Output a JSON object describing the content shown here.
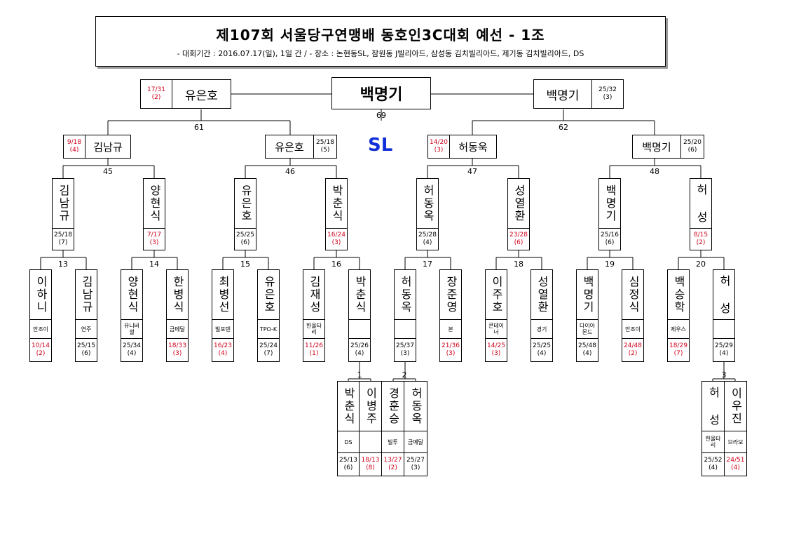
{
  "title": "제107회 서울당구연맹배 동호인3C대회 예선 - 1조",
  "subtitle": "- 대회기간 : 2016.07.17(일), 1일 간 / - 장소 : 논현동SL, 잠원동 J빌리아드, 삼성동 김치빌리아드, 제기동 김치빌리아드, DS",
  "venue": "SL",
  "champion": "백명기",
  "matches": {
    "final": "69",
    "sf_left": "61",
    "sf_right": "62",
    "q1": "45",
    "q2": "46",
    "q3": "47",
    "q4": "48",
    "r13": "13",
    "r14": "14",
    "r15": "15",
    "r16": "16",
    "r17": "17",
    "r18": "18",
    "r19": "19",
    "r20": "20",
    "p1": "1",
    "p2": "2",
    "p3": "3"
  },
  "top": {
    "left": {
      "name": "유은호",
      "score": "17/31",
      "rank": "(2)"
    },
    "right": {
      "name": "백명기",
      "score": "25/32",
      "rank": "(3)"
    }
  },
  "semis": [
    {
      "name": "김남규",
      "score": "9/18",
      "rank": "(4)"
    },
    {
      "name": "유은호",
      "score": "25/18",
      "rank": "(5)"
    },
    {
      "name": "허동욱",
      "score": "14/20",
      "rank": "(3)"
    },
    {
      "name": "백명기",
      "score": "25/20",
      "rank": "(6)"
    }
  ],
  "quarters": [
    {
      "name": "김남규",
      "score": "25/18",
      "rank": "(7)"
    },
    {
      "name": "양현식",
      "score": "7/17",
      "rank": "(3)"
    },
    {
      "name": "유은호",
      "score": "25/25",
      "rank": "(6)"
    },
    {
      "name": "박춘식",
      "score": "16/24",
      "rank": "(3)"
    },
    {
      "name": "허동옥",
      "score": "25/28",
      "rank": "(4)"
    },
    {
      "name": "성열환",
      "score": "23/28",
      "rank": "(6)"
    },
    {
      "name": "백명기",
      "score": "25/16",
      "rank": "(6)"
    },
    {
      "name": "허 성",
      "score": "8/15",
      "rank": "(2)"
    }
  ],
  "round1": [
    {
      "name": "이하니",
      "club": "안조이",
      "score": "10/14",
      "rank": "(2)"
    },
    {
      "name": "김남규",
      "club": "연주",
      "score": "25/15",
      "rank": "(6)"
    },
    {
      "name": "양현식",
      "club": "유니버셜",
      "score": "25/34",
      "rank": "(4)"
    },
    {
      "name": "한병식",
      "club": "금메달",
      "score": "18/33",
      "rank": "(3)"
    },
    {
      "name": "최병선",
      "club": "빌포텐",
      "score": "16/23",
      "rank": "(4)"
    },
    {
      "name": "유은호",
      "club": "TPO-K",
      "score": "25/24",
      "rank": "(7)"
    },
    {
      "name": "김재성",
      "club": "한울타리",
      "score": "11/26",
      "rank": "(1)"
    },
    {
      "name": "박춘식",
      "club": "",
      "score": "25/26",
      "rank": "(4)"
    },
    {
      "name": "허동옥",
      "club": "",
      "score": "25/37",
      "rank": "(3)"
    },
    {
      "name": "장준영",
      "club": "본",
      "score": "21/36",
      "rank": "(3)"
    },
    {
      "name": "이주호",
      "club": "콘테이너",
      "score": "14/25",
      "rank": "(3)"
    },
    {
      "name": "성열환",
      "club": "경기",
      "score": "25/25",
      "rank": "(4)"
    },
    {
      "name": "백명기",
      "club": "다이아몬드",
      "score": "25/48",
      "rank": "(4)"
    },
    {
      "name": "심정식",
      "club": "안조이",
      "score": "24/48",
      "rank": "(2)"
    },
    {
      "name": "백승학",
      "club": "제우스",
      "score": "18/29",
      "rank": "(7)"
    },
    {
      "name": "허 성",
      "club": "",
      "score": "25/29",
      "rank": "(4)"
    }
  ],
  "prelim": [
    {
      "name": "박춘식",
      "club": "DS",
      "score": "25/13",
      "rank": "(6)"
    },
    {
      "name": "이병주",
      "club": "",
      "score": "18/13",
      "rank": "(8)"
    },
    {
      "name": "경훈승",
      "club": "빌투",
      "score": "13/27",
      "rank": "(2)"
    },
    {
      "name": "허동옥",
      "club": "금메달",
      "score": "25/27",
      "rank": "(3)"
    },
    {
      "name": "허 성",
      "club": "한울타리",
      "score": "25/52",
      "rank": "(4)"
    },
    {
      "name": "이우진",
      "club": "브라보",
      "score": "24/51",
      "rank": "(4)"
    }
  ]
}
